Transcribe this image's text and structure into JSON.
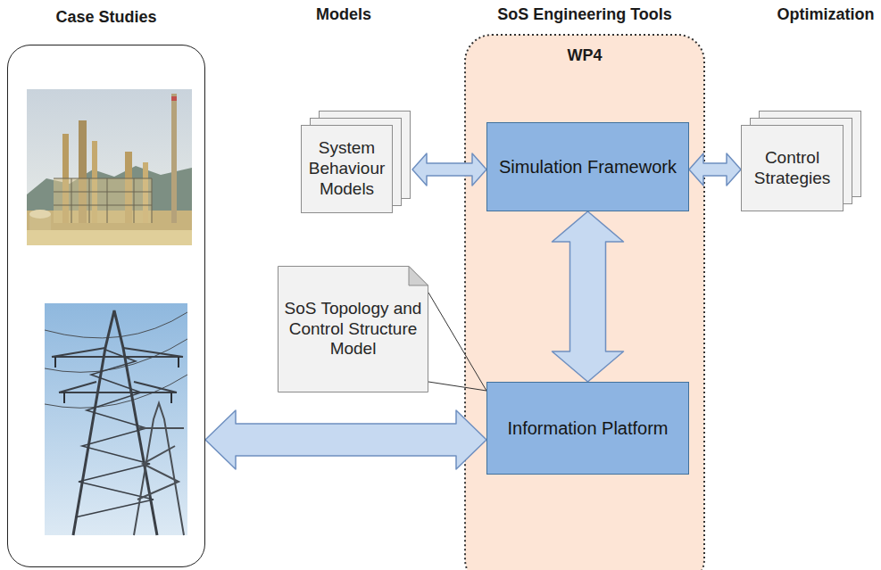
{
  "diagram": {
    "nodes": [
      {
        "text": [
          "Case Studies"
        ]
      },
      {
        "text": [
          "System Behaviour Models"
        ]
      },
      {
        "text": [
          "SoS Topology and Control Structure Model"
        ]
      },
      {
        "text": [
          "WP4"
        ]
      },
      {
        "text": [
          "Simulation Framework"
        ],
        "in": 3
      },
      {
        "text": [
          "Information Platform"
        ],
        "in": 3
      },
      {
        "text": [
          "Control Strategies"
        ]
      }
    ],
    "edges": [
      {
        "from": 1,
        "to": 4,
        "arrow": "both"
      },
      {
        "from": 4,
        "to": 6,
        "arrow": "both"
      },
      {
        "from": 4,
        "to": 5,
        "arrow": "both"
      },
      {
        "from": 0,
        "to": 5,
        "arrow": "both"
      },
      {
        "from": 2,
        "to": 5,
        "arrow": "none"
      }
    ],
    "labels": [
      "Models",
      "SoS Engineering Tools",
      "Optimization"
    ]
  }
}
